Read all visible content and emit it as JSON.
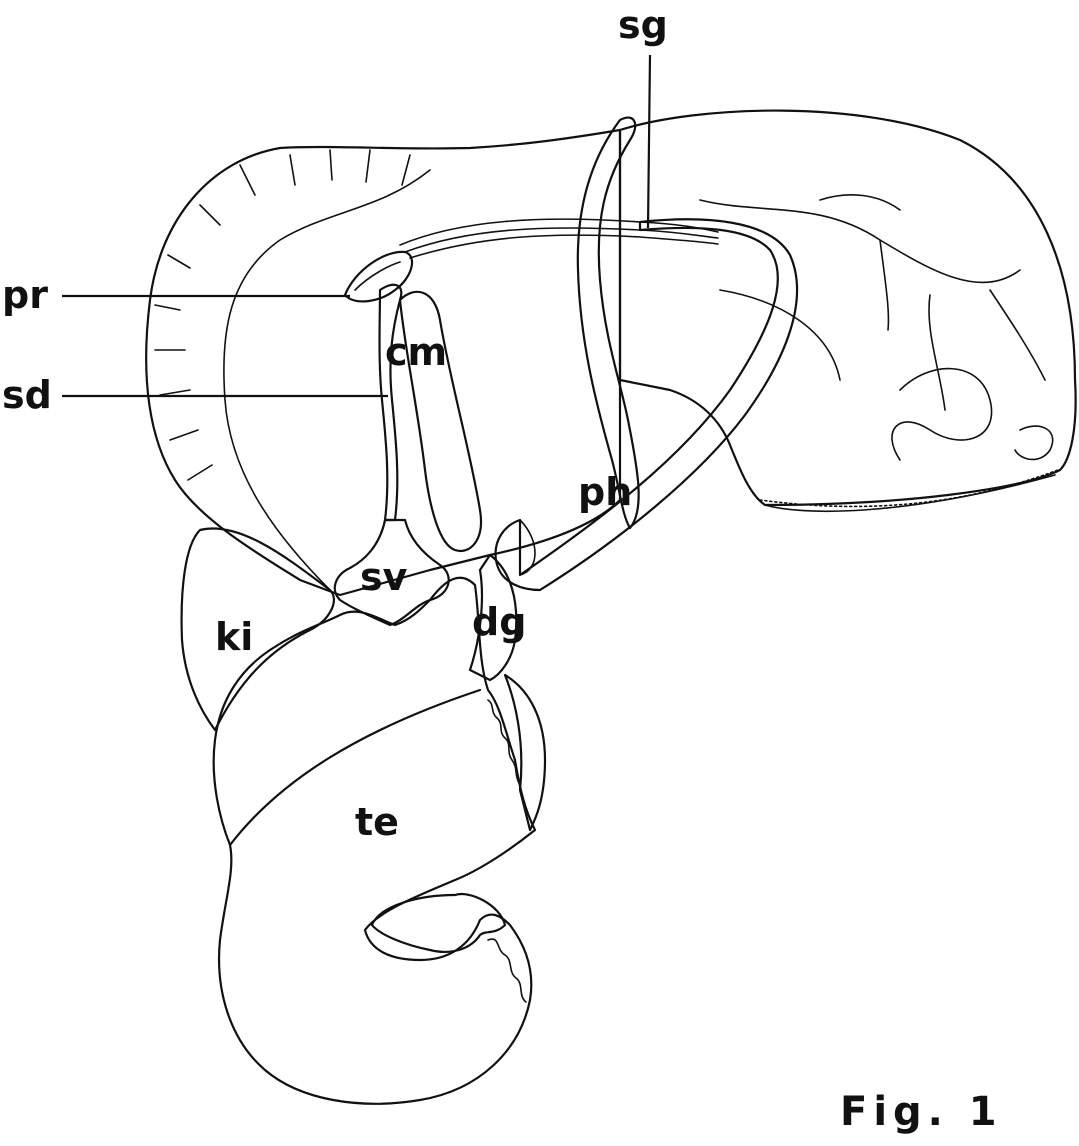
{
  "figure": {
    "caption": "Fig. 1",
    "labels": {
      "sg": "sg",
      "pr": "pr",
      "sd": "sd",
      "cm": "cm",
      "ph": "ph",
      "sv": "sv",
      "ki": "ki",
      "dg": "dg",
      "te": "te"
    }
  },
  "colors": {
    "light_stipple": "#cfcfcf",
    "dark_stipple": "#4a4a4a",
    "ink": "#111111",
    "paper": "#ffffff"
  }
}
